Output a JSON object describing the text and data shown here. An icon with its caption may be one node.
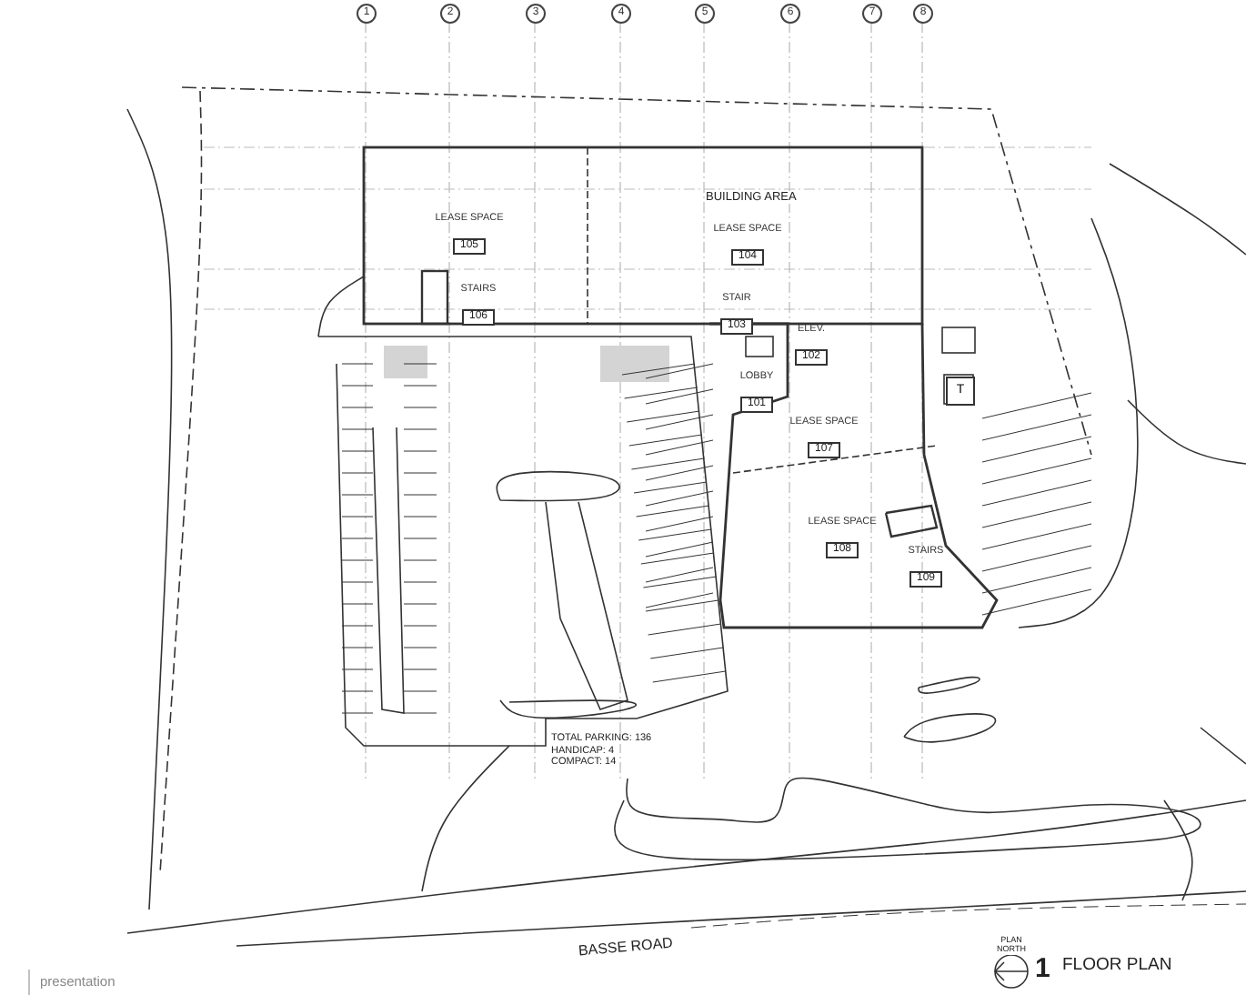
{
  "diagram": {
    "nodes": [
      {
        "text": [
          "1"
        ]
      },
      {
        "text": [
          "2"
        ]
      },
      {
        "text": [
          "3"
        ]
      },
      {
        "text": [
          "4"
        ]
      },
      {
        "text": [
          "5"
        ]
      },
      {
        "text": [
          "6"
        ]
      },
      {
        "text": [
          "7"
        ]
      },
      {
        "text": [
          "8"
        ]
      },
      {
        "text": [
          "LEASE SPACE",
          "105"
        ]
      },
      {
        "text": [
          "LEASE SPACE",
          "104"
        ]
      },
      {
        "text": [
          "STAIRS",
          "106"
        ]
      },
      {
        "text": [
          "STAIR",
          "103"
        ]
      },
      {
        "text": [
          "ELEV.",
          "102"
        ]
      },
      {
        "text": [
          "LOBBY",
          "101"
        ]
      },
      {
        "text": [
          "T"
        ]
      },
      {
        "text": [
          "LEASE SPACE",
          "107"
        ]
      },
      {
        "text": [
          "LEASE SPACE",
          "108"
        ]
      },
      {
        "text": [
          "STAIRS",
          "109"
        ]
      }
    ],
    "labels": [
      "BUILDING AREA",
      "TOTAL PARKING: 136",
      "HANDICAP: 4",
      "COMPACT: 14",
      "BASSE ROAD",
      "PLAN NORTH",
      "1",
      "FLOOR PLAN",
      "presentation"
    ]
  }
}
